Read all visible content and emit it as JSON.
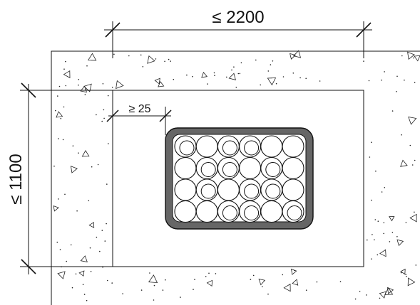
{
  "dimensions": {
    "width_label": "≤ 2200",
    "height_label": "≤ 1100",
    "clearance_label": "≥ 25"
  },
  "conduit_bundle": {
    "rows": 4,
    "columns": 6,
    "inner_circles": [
      [
        true,
        false,
        true,
        true,
        false,
        false
      ],
      [
        false,
        true,
        true,
        false,
        true,
        false
      ],
      [
        false,
        true,
        false,
        true,
        true,
        false
      ],
      [
        false,
        false,
        true,
        true,
        false,
        true
      ]
    ]
  },
  "colors": {
    "line": "#111111",
    "wall_border": "#666666",
    "concrete_fill": "#ffffff"
  }
}
